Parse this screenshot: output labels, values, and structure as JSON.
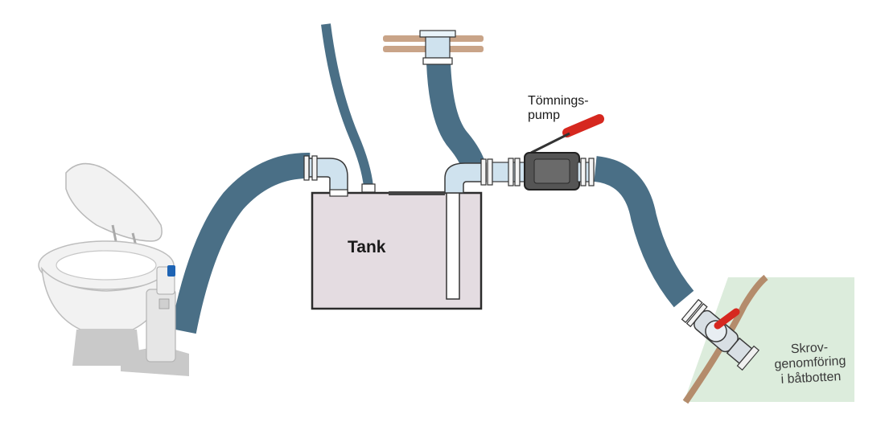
{
  "labels": {
    "tank": "Tank",
    "pump": "Tömnings-\npump",
    "hull_fitting": "Skrov-\ngenomföring\ni båtbotten"
  },
  "colors": {
    "hose": "#4a6f86",
    "tank_fill": "#e4dce1",
    "tank_stroke": "#2b2b2b",
    "pipe": "#cfe2ee",
    "pump_body": "#555555",
    "pump_handle": "#d6281f",
    "valve_handle": "#d6281f",
    "hull_water": "#dcecdc",
    "hull_wood": "#b48c6c",
    "deck_plank": "#c9a488",
    "toilet": "#f2f2f2",
    "toilet_shadow": "#c9c9c9",
    "hand_pump_blue": "#1e64b4"
  },
  "icons": [
    "toilet-icon",
    "hand-pump-icon",
    "deck-fitting-icon",
    "pump-handle-icon",
    "seacock-valve-icon"
  ]
}
